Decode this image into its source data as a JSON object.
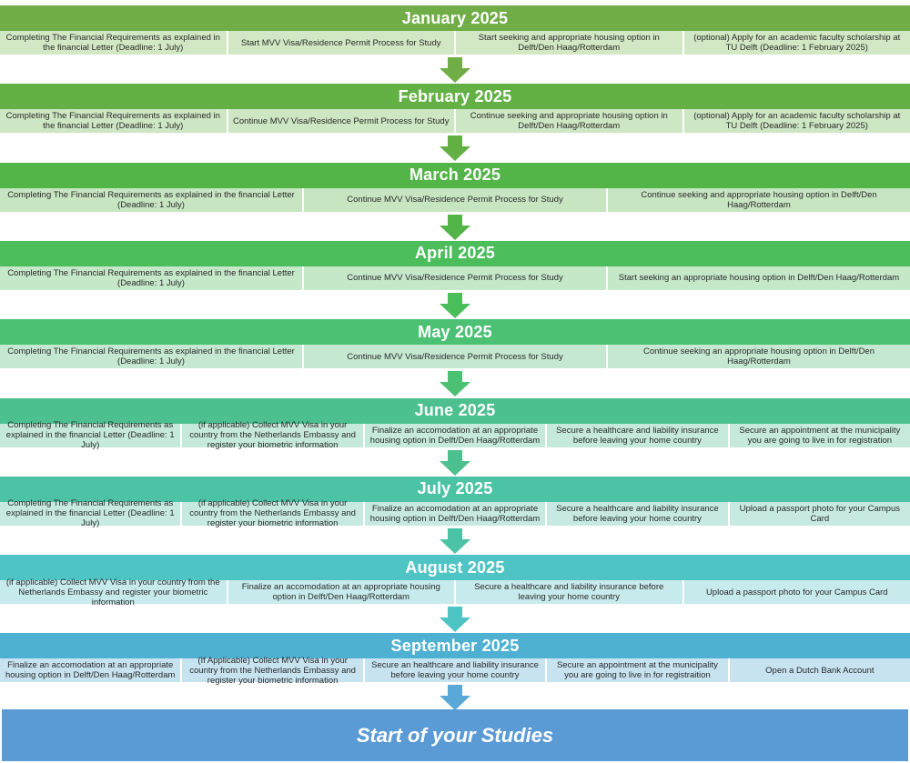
{
  "months": [
    {
      "title": "January 2025",
      "header_color": "#70ad47",
      "task_color": "#d2e8c4",
      "arrow_color": "#70ad47",
      "tasks": [
        "Completing The Financial Requirements as explained in the financial Letter (Deadline: 1 July)",
        "Start MVV Visa/Residence Permit Process for Study",
        "Start seeking and appropriate housing option in Delft/Den Haag/Rotterdam",
        "(optional) Apply for an academic faculty scholarship at TU Delft (Deadline: 1 February 2025)"
      ]
    },
    {
      "title": "February 2025",
      "header_color": "#63b144",
      "task_color": "#cde6c3",
      "arrow_color": "#63b144",
      "tasks": [
        "Completing The Financial Requirements as explained in the financial Letter (Deadline: 1 July)",
        "Continue MVV Visa/Residence Permit Process for Study",
        "Continue seeking and appropriate housing option in Delft/Den Haag/Rotterdam",
        "(optional) Apply for an academic faculty scholarship at TU Delft (Deadline: 1 February 2025)"
      ]
    },
    {
      "title": "March 2025",
      "header_color": "#53b448",
      "task_color": "#c8e5c2",
      "arrow_color": "#53b448",
      "tasks": [
        "Completing The Financial Requirements as explained in the financial Letter (Deadline: 1 July)",
        "Continue MVV Visa/Residence Permit Process for Study",
        "Continue seeking and appropriate housing option in Delft/Den Haag/Rotterdam"
      ]
    },
    {
      "title": "April 2025",
      "header_color": "#4bbd5b",
      "task_color": "#c5e8c9",
      "arrow_color": "#4bbd5b",
      "tasks": [
        "Completing The Financial Requirements as explained in the financial Letter (Deadline: 1 July)",
        "Continue MVV Visa/Residence Permit Process for Study",
        "Start seeking an appropriate housing option in Delft/Den Haag/Rotterdam"
      ]
    },
    {
      "title": "May 2025",
      "header_color": "#4cc073",
      "task_color": "#c5e9d0",
      "arrow_color": "#4cc073",
      "tasks": [
        "Completing The Financial Requirements as explained in the financial Letter (Deadline: 1 July)",
        "Continue MVV Visa/Residence Permit Process for Study",
        "Continue seeking an appropriate housing option in Delft/Den Haag/Rotterdam"
      ]
    },
    {
      "title": "June 2025",
      "header_color": "#4cc08e",
      "task_color": "#c5e9da",
      "arrow_color": "#4cc08e",
      "tasks": [
        "Completing The Financial Requirements as explained in the financial Letter (Deadline: 1 July)",
        "(if applicable) Collect MVV Visa in your country from the Netherlands Embassy and register your biometric information",
        "Finalize an accomodation at an appropriate housing option in Delft/Den Haag/Rotterdam",
        "Secure a healthcare and liability insurance before leaving your home country",
        "Secure an appointment at the municipality you are going to live in for registration"
      ]
    },
    {
      "title": "July 2025",
      "header_color": "#4dc3a6",
      "task_color": "#c6eae2",
      "arrow_color": "#4dc3a6",
      "tasks": [
        "Completing The Financial Requirements as explained in the financial Letter (Deadline: 1 July)",
        "(if applicable) Collect MVV Visa in your country from the Netherlands Embassy and register your biometric information",
        "Finalize an accomodation at an appropriate housing option in Delft/Den Haag/Rotterdam",
        "Secure a healthcare and liability insurance before leaving your home country",
        "Upload a passport photo for your Campus Card"
      ]
    },
    {
      "title": "August 2025",
      "header_color": "#4fc4c4",
      "task_color": "#c7eaec",
      "arrow_color": "#4fc4c4",
      "tasks": [
        "(if applicable) Collect MVV Visa in your country from the Netherlands Embassy and register your biometric information",
        "Finalize an accomodation at an appropriate housing option in Delft/Den Haag/Rotterdam",
        "Secure a healthcare and liability insurance before leaving your home country",
        "Upload a passport photo for your Campus Card"
      ]
    },
    {
      "title": "September 2025",
      "header_color": "#4eb1d2",
      "task_color": "#c7e3ef",
      "arrow_color": "#5aa8d8",
      "tasks": [
        "Finalize an accomodation at an appropriate housing option in Delft/Den Haag/Rotterdam",
        "(If Applicable) Collect MVV Visa in your country from the Netherlands Embassy and register your biometric information",
        "Secure an healthcare and liability insurance before leaving your home country",
        "Secure an appointment at the municipality you are going to live in for registraition",
        "Open a Dutch Bank Account"
      ]
    }
  ],
  "final": {
    "title": "Start of your Studies",
    "color": "#5b9bd5"
  }
}
